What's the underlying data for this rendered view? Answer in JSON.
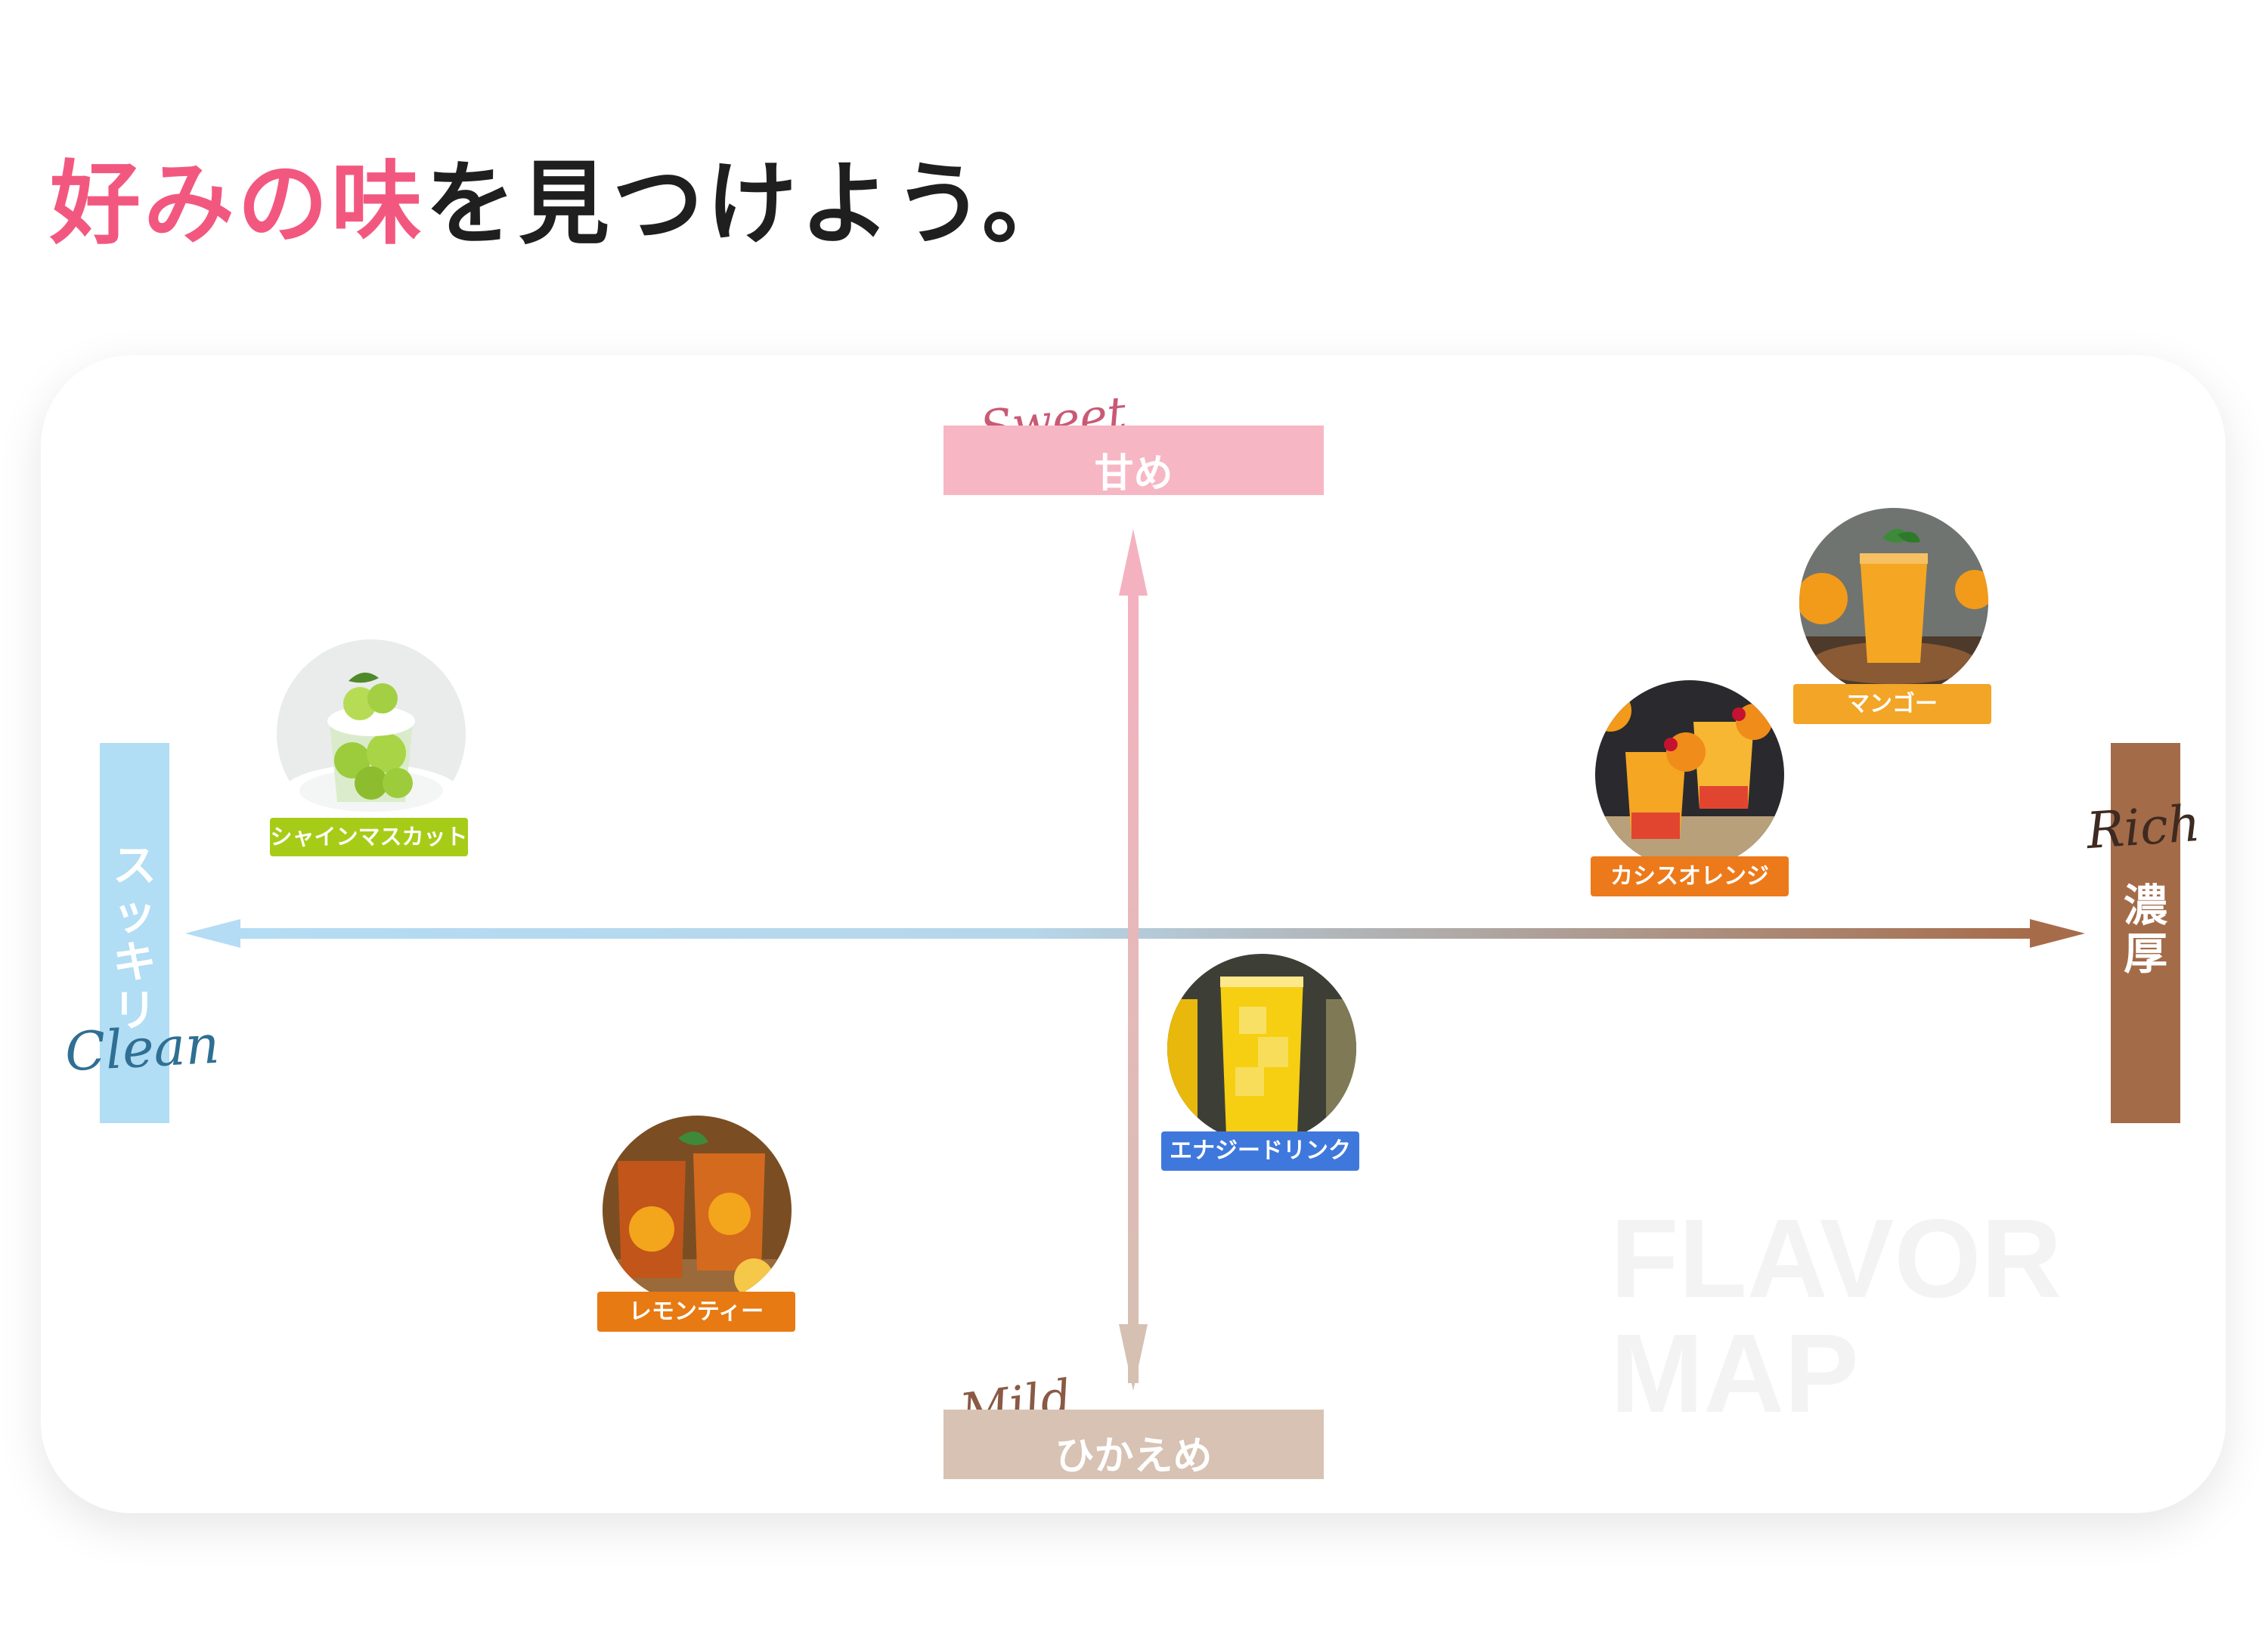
{
  "title": {
    "highlight": "好みの味",
    "rest": "を見つけよう。"
  },
  "axes": {
    "top": {
      "script": "Sweet",
      "label": "甘め"
    },
    "bottom": {
      "script": "Mild",
      "label": "ひかえめ"
    },
    "left": {
      "script": "Clean",
      "label": "スッキリ"
    },
    "right": {
      "script": "Rich",
      "label": "濃厚"
    }
  },
  "watermark": {
    "line1": "FLAVOR",
    "line2": "MAP"
  },
  "colors": {
    "title_pink": "#f2587f",
    "sweet": "#f7b6c4",
    "mild": "#d7c2b3",
    "clean": "#b1ddf5",
    "rich": "#a46b49"
  },
  "flavors": [
    {
      "id": "shine-muscat",
      "label": "シャインマスカット",
      "tag_color": "#a6cc17",
      "icon": "grape-dessert-icon"
    },
    {
      "id": "mango",
      "label": "マンゴー",
      "tag_color": "#f2a526",
      "icon": "mango-smoothie-icon"
    },
    {
      "id": "cassis-orange",
      "label": "カシスオレンジ",
      "tag_color": "#ec7a1a",
      "icon": "cocktail-icon"
    },
    {
      "id": "energy-drink",
      "label": "エナジードリンク",
      "tag_color": "#3f78dc",
      "icon": "energy-drink-icon"
    },
    {
      "id": "lemon-tea",
      "label": "レモンティー",
      "tag_color": "#e77a12",
      "icon": "iced-tea-icon"
    }
  ]
}
